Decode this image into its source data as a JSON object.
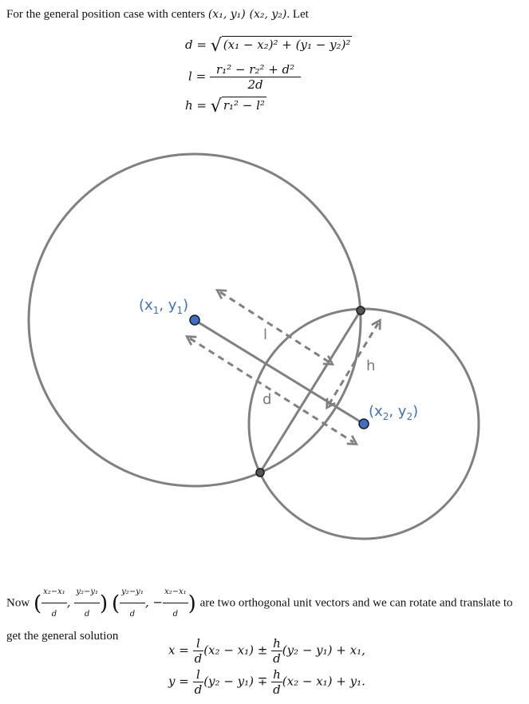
{
  "intro": {
    "text_before": "For the general position case with centers ",
    "center1": "(x₁, y₁)",
    "center2": "(x₂, y₂)",
    "text_after": ". Let"
  },
  "equations": {
    "d_lhs": "d =",
    "d_rhs": "(x₁ − x₂)² + (y₁ − y₂)²",
    "l_lhs": "l =",
    "l_num": "r₁² − r₂² + d²",
    "l_den": "2d",
    "h_lhs": "h =",
    "h_rhs": "r₁² − l²"
  },
  "diagram": {
    "label_c1": "(x",
    "label_c1_sub1": "1",
    "label_c1_mid": ", y",
    "label_c1_sub2": "1",
    "label_c1_end": ")",
    "label_c2": "(x",
    "label_c2_sub1": "2",
    "label_c2_mid": ", y",
    "label_c2_sub2": "2",
    "label_c2_end": ")",
    "label_l": "l",
    "label_d": "d",
    "label_h": "h",
    "colors": {
      "circle": "#808080",
      "center": "#3d6fc9",
      "intersection": "#555555",
      "label": "#3d6fc9"
    }
  },
  "solution": {
    "now": "Now",
    "v1a_num": "x₂−x₁",
    "v1a_den": "d",
    "v1b_num": "y₂−y₁",
    "v1b_den": "d",
    "v2a_num": "y₂−y₁",
    "v2a_den": "d",
    "v2b_num": "x₂−x₁",
    "v2b_den": "d",
    "text": "are two orthogonal unit vectors and we can rotate and translate to get the general solution",
    "x_lhs": "x =",
    "x_f1_num": "l",
    "x_f1_den": "d",
    "x_mid": "(x₂ − x₁) ±",
    "x_f2_num": "h",
    "x_f2_den": "d",
    "x_end": "(y₂ − y₁) + x₁,",
    "y_lhs": "y =",
    "y_f1_num": "l",
    "y_f1_den": "d",
    "y_mid": "(y₂ − y₁) ∓",
    "y_f2_num": "h",
    "y_f2_den": "d",
    "y_end": "(x₂ − x₁) + y₁."
  }
}
